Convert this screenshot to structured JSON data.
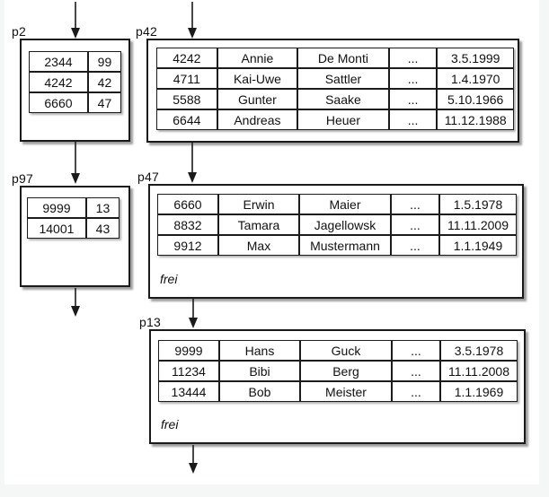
{
  "colors": {
    "background": "#f5f6f6",
    "canvas": "#ffffff",
    "line": "#1a1a1a",
    "text": "#111111"
  },
  "diagram": {
    "pages": [
      {
        "label": "p2",
        "type": "index",
        "rows": [
          [
            "2344",
            "99"
          ],
          [
            "4242",
            "42"
          ],
          [
            "6660",
            "47"
          ]
        ]
      },
      {
        "label": "p97",
        "type": "index",
        "rows": [
          [
            "9999",
            "13"
          ],
          [
            "14001",
            "43"
          ]
        ]
      },
      {
        "label": "p42",
        "type": "data",
        "rows": [
          [
            "4242",
            "Annie",
            "De Monti",
            "...",
            "3.5.1999"
          ],
          [
            "4711",
            "Kai-Uwe",
            "Sattler",
            "...",
            "1.4.1970"
          ],
          [
            "5588",
            "Gunter",
            "Saake",
            "...",
            "5.10.1966"
          ],
          [
            "6644",
            "Andreas",
            "Heuer",
            "...",
            "11.12.1988"
          ]
        ]
      },
      {
        "label": "p47",
        "type": "data",
        "rows": [
          [
            "6660",
            "Erwin",
            "Maier",
            "...",
            "1.5.1978"
          ],
          [
            "8832",
            "Tamara",
            "Jagellowsk",
            "...",
            "11.11.2009"
          ],
          [
            "9912",
            "Max",
            "Mustermann",
            "...",
            "1.1.1949"
          ]
        ],
        "free_label": "frei"
      },
      {
        "label": "p13",
        "type": "data",
        "rows": [
          [
            "9999",
            "Hans",
            "Guck",
            "...",
            "3.5.1978"
          ],
          [
            "11234",
            "Bibi",
            "Berg",
            "...",
            "11.11.2008"
          ],
          [
            "13444",
            "Bob",
            "Meister",
            "...",
            "1.1.1969"
          ]
        ],
        "free_label": "frei"
      }
    ]
  }
}
